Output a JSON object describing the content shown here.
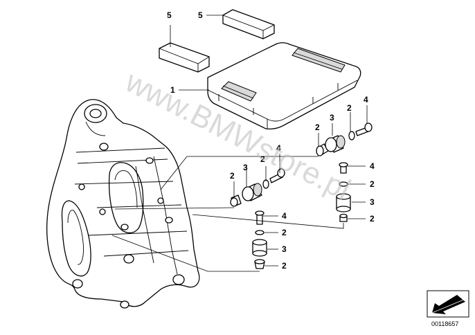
{
  "watermark": "www.BMWstore.pl",
  "document_number": "00118657",
  "callouts": [
    {
      "label": "5"
    },
    {
      "label": "5"
    },
    {
      "label": "1"
    },
    {
      "label": "2"
    },
    {
      "label": "3"
    },
    {
      "label": "2"
    },
    {
      "label": "4"
    },
    {
      "label": "2"
    },
    {
      "label": "3"
    },
    {
      "label": "2"
    },
    {
      "label": "4"
    },
    {
      "label": "4"
    },
    {
      "label": "2"
    },
    {
      "label": "3"
    },
    {
      "label": "2"
    },
    {
      "label": "4"
    },
    {
      "label": "2"
    },
    {
      "label": "3"
    },
    {
      "label": "2"
    }
  ],
  "colors": {
    "line": "#000000",
    "watermark": "#bdbdbd",
    "background": "#ffffff"
  },
  "icons": {
    "catalog_symbol": "arrow-pointer-icon"
  }
}
